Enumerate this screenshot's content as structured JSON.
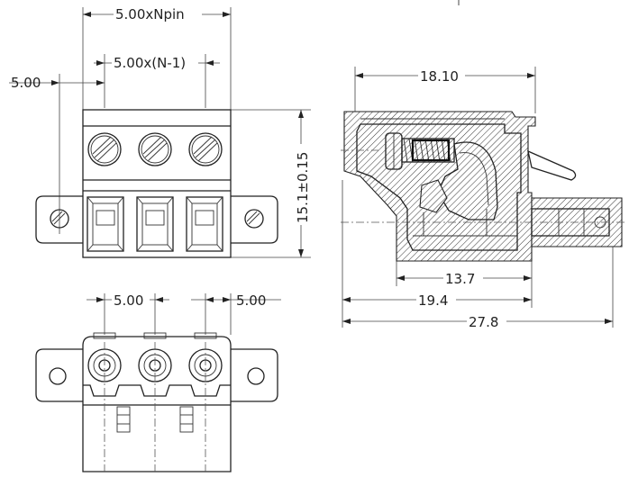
{
  "front_view": {
    "dims": {
      "total_pitch": "5.00xNpin",
      "inner_pitch": "5.00x(N-1)",
      "flange_offset": "5.00",
      "height": "15.1±0.15"
    }
  },
  "bottom_view": {
    "dims": {
      "pitch": "5.00",
      "flange_offset": "5.00"
    }
  },
  "side_view": {
    "dims": {
      "top_length": "18.10",
      "inner_length": "13.7",
      "mid_length": "19.4",
      "overall_length": "27.8"
    }
  }
}
